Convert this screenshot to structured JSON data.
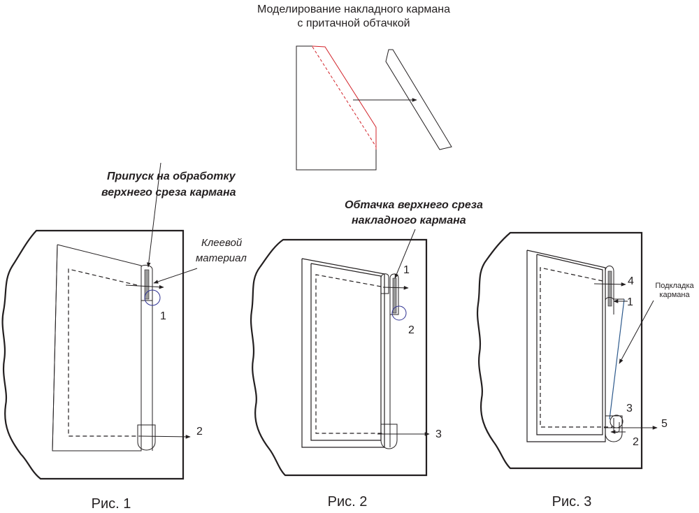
{
  "title": {
    "line1": "Моделирование накладного кармана",
    "line2": "с притачной обтачкой"
  },
  "labels": {
    "allowance_line1": "Припуск на обработку",
    "allowance_line2": "верхнего среза кармана",
    "adhesive_line1": "Клеевой",
    "adhesive_line2": "материал",
    "facing_line1": "Обтачка верхнего среза",
    "facing_line2": "накладного кармана",
    "lining_line1": "Подкладка",
    "lining_line2": "кармана"
  },
  "figures": [
    {
      "caption": "Рис. 1",
      "markers": [
        "1",
        "2"
      ]
    },
    {
      "caption": "Рис. 2",
      "markers": [
        "1",
        "2",
        "3"
      ]
    },
    {
      "caption": "Рис. 3",
      "markers": [
        "1",
        "2",
        "3",
        "4",
        "5"
      ]
    }
  ],
  "colors": {
    "line": "#231f20",
    "cut_line": "#d2232a",
    "circle": "#2e3192",
    "lining": "#2e5a8c"
  }
}
